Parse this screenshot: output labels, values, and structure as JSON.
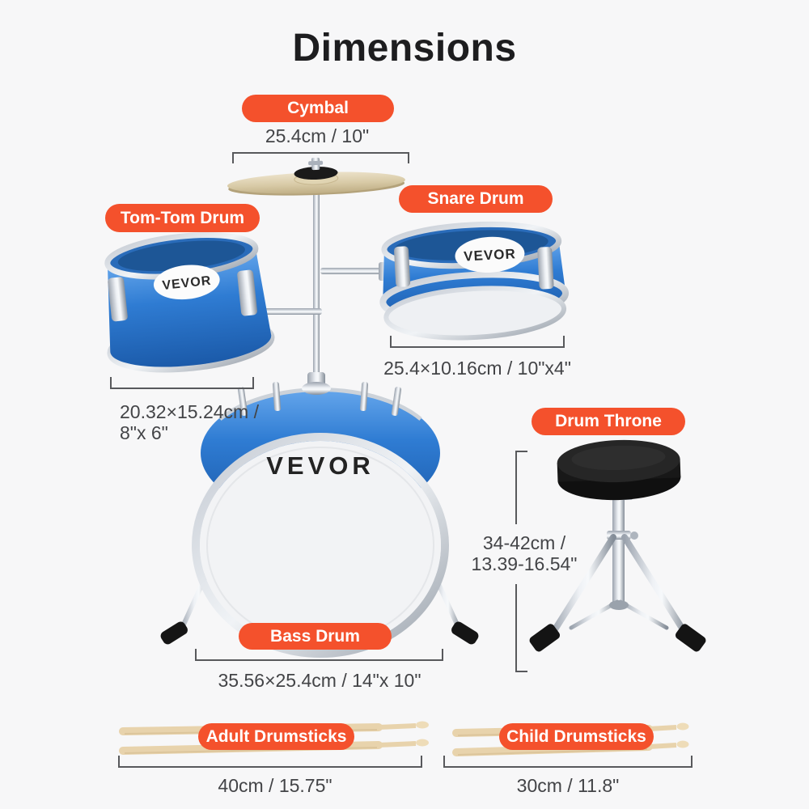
{
  "page": {
    "title": "Dimensions",
    "background_color": "#f7f7f8",
    "accent_color": "#f4512c",
    "text_color": "#434447",
    "brand": "VEVOR"
  },
  "components": {
    "cymbal": {
      "label": "Cymbal",
      "dimension": "25.4cm / 10\""
    },
    "tom_tom_drum": {
      "label": "Tom-Tom Drum",
      "dimension_lines": [
        "20.32×15.24cm /",
        "8\"x 6\""
      ]
    },
    "snare_drum": {
      "label": "Snare Drum",
      "dimension": "25.4×10.16cm / 10\"x4\""
    },
    "drum_throne": {
      "label": "Drum Throne",
      "dimension_lines": [
        "34-42cm /",
        "13.39-16.54\""
      ]
    },
    "bass_drum": {
      "label": "Bass Drum",
      "dimension": "35.56×25.4cm / 14\"x 10\"",
      "logo": "VEVOR"
    },
    "adult_drumsticks": {
      "label": "Adult Drumsticks",
      "dimension": "40cm / 15.75\""
    },
    "child_drumsticks": {
      "label": "Child Drumsticks",
      "dimension": "30cm / 11.8\""
    }
  },
  "badges": {
    "tom_badge": "VEVOR",
    "snare_badge": "VEVOR"
  },
  "colors": {
    "drum_shell_blue": "#2f7cd3",
    "cymbal_gold": "#d8caa6",
    "chrome": "#eef1f5",
    "stick_wood": "#e8d3ac",
    "bracket_line": "#58595c"
  }
}
